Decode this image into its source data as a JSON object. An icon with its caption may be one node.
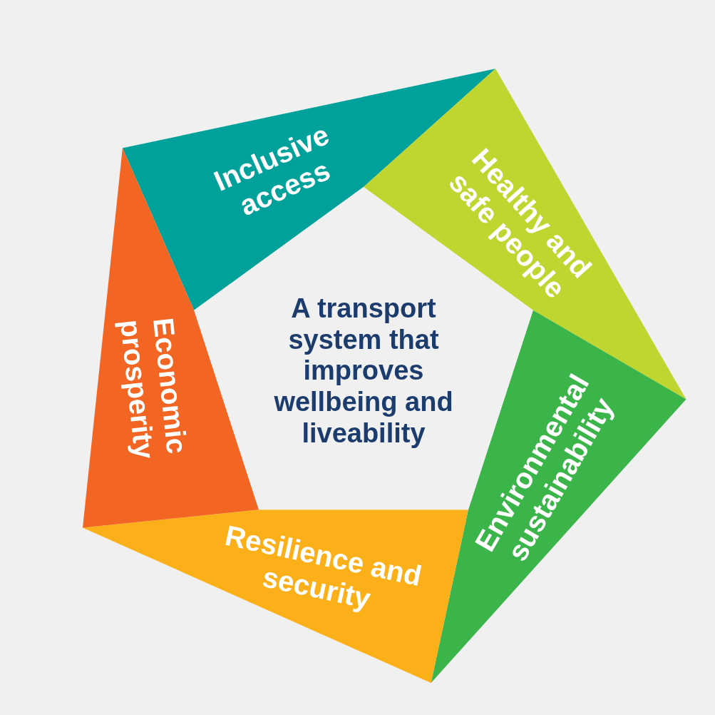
{
  "diagram": {
    "nodes": [
      {
        "text": [
          "A transport system that improves wellbeing and liveability"
        ]
      },
      {
        "text": [
          "Inclusive access"
        ]
      },
      {
        "text": [
          "Healthy and safe people"
        ]
      },
      {
        "text": [
          "Environmental sustainability"
        ]
      },
      {
        "text": [
          "Resilience and security"
        ]
      },
      {
        "text": [
          "Economic prosperity"
        ]
      }
    ]
  }
}
